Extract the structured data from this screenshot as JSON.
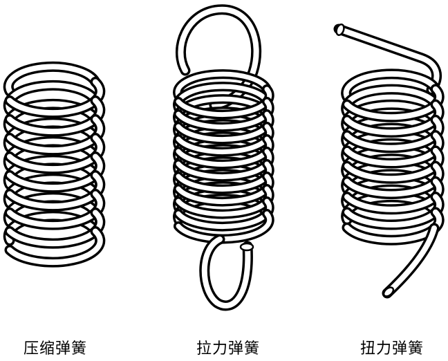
{
  "diagram": {
    "stroke_color": "#000000",
    "fill_color": "#ffffff",
    "springs": [
      {
        "id": "compression",
        "label": "压缩弹簧"
      },
      {
        "id": "extension",
        "label": "拉力弹簧"
      },
      {
        "id": "torsion",
        "label": "扭力弹簧"
      }
    ]
  }
}
